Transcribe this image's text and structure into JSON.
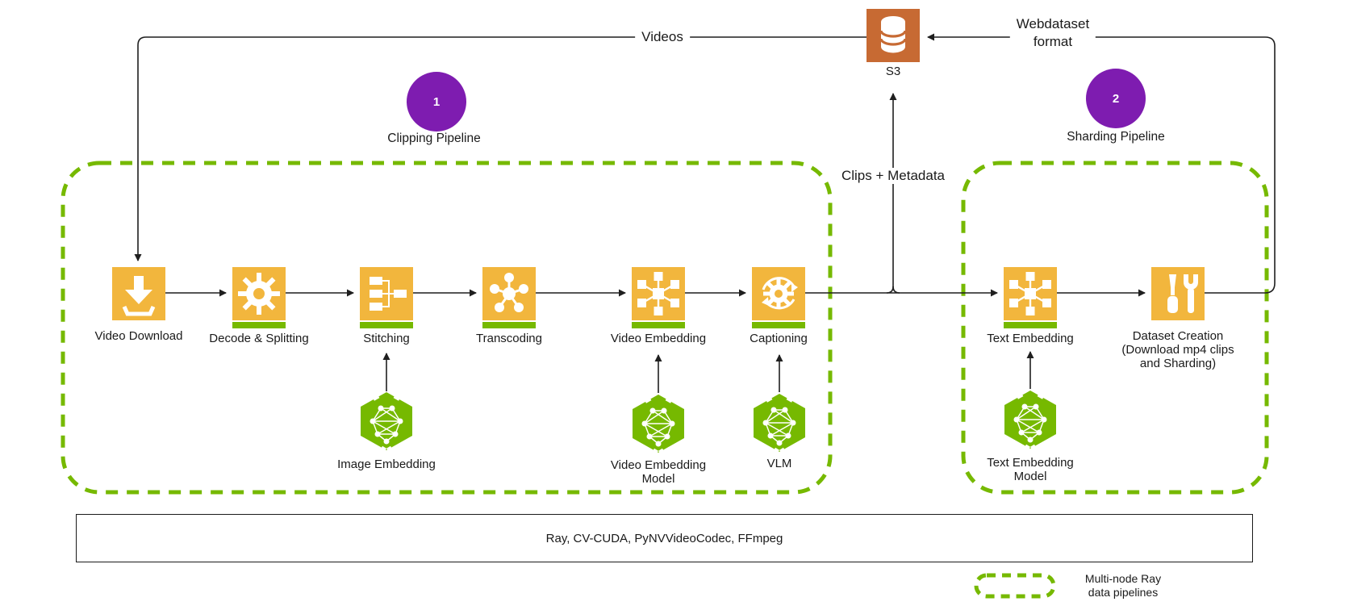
{
  "top": {
    "videos": "Videos",
    "s3": "S3",
    "webdataset": [
      "Webdataset",
      "format"
    ],
    "clips_metadata": "Clips + Metadata"
  },
  "pipelines": [
    {
      "number": "1",
      "name": "Clipping Pipeline"
    },
    {
      "number": "2",
      "name": "Sharding Pipeline"
    }
  ],
  "stages": [
    {
      "label": "Video Download"
    },
    {
      "label": "Decode & Splitting"
    },
    {
      "label": "Stitching"
    },
    {
      "label": "Transcoding"
    },
    {
      "label": "Video Embedding"
    },
    {
      "label": "Captioning"
    },
    {
      "label": "Text Embedding"
    },
    {
      "lines": [
        "Dataset Creation",
        "(Download mp4 clips",
        "and Sharding)"
      ]
    }
  ],
  "models": [
    {
      "lines": [
        "Image Embedding"
      ]
    },
    {
      "lines": [
        "Video Embedding",
        "Model"
      ]
    },
    {
      "lines": [
        "VLM"
      ]
    },
    {
      "lines": [
        "Text Embedding",
        "Model"
      ]
    }
  ],
  "footer": {
    "technologies": "Ray, CV-CUDA, PyNVVideoCodec, FFmpeg"
  },
  "legend": {
    "lines": [
      "Multi-node Ray",
      "data pipelines"
    ]
  },
  "colors": {
    "stage_yellow": "#F2B63D",
    "nvidia_green": "#76B900",
    "pipeline_purple": "#7E1CB0",
    "s3_orange": "#C76A33",
    "line_black": "#1f1f1f"
  }
}
